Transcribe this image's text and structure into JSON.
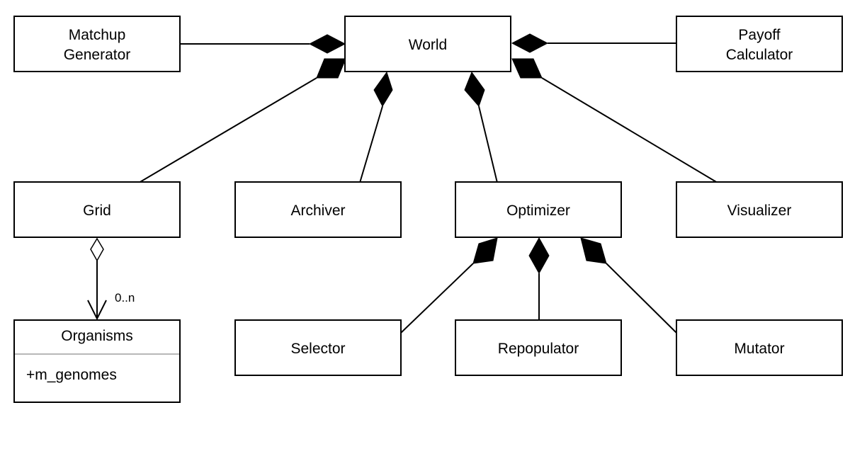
{
  "nodes": {
    "matchup_generator": {
      "label_line1": "Matchup",
      "label_line2": "Generator"
    },
    "world": {
      "label": "World"
    },
    "payoff_calculator": {
      "label_line1": "Payoff",
      "label_line2": "Calculator"
    },
    "grid": {
      "label": "Grid"
    },
    "archiver": {
      "label": "Archiver"
    },
    "optimizer": {
      "label": "Optimizer"
    },
    "visualizer": {
      "label": "Visualizer"
    },
    "organisms": {
      "label": "Organisms",
      "attribute": "+m_genomes"
    },
    "selector": {
      "label": "Selector"
    },
    "repopulator": {
      "label": "Repopulator"
    },
    "mutator": {
      "label": "Mutator"
    }
  },
  "edges": {
    "grid_organisms": {
      "multiplicity": "0..n"
    }
  }
}
